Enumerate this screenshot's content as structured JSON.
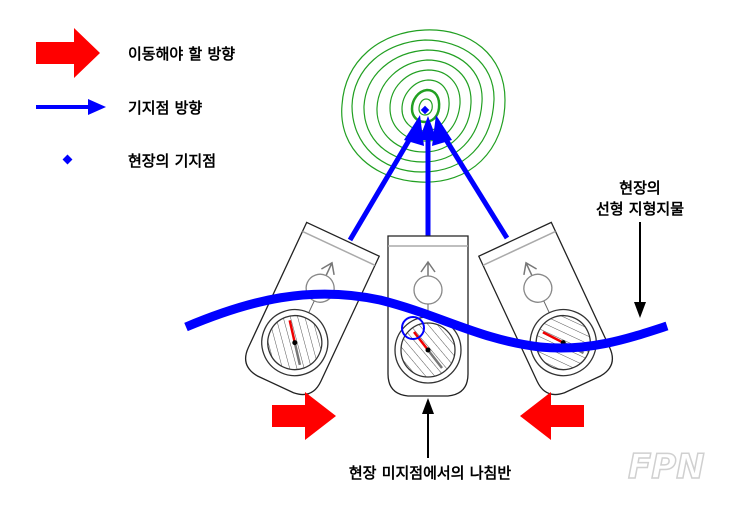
{
  "legend": {
    "move_direction": "이동해야 할 방향",
    "known_point_direction": "기지점 방향",
    "known_point": "현장의 기지점"
  },
  "labels": {
    "linear_feature_line1": "현장의",
    "linear_feature_line2": "선형 지형지물",
    "compass_caption": "현장 미지점에서의 나침반"
  },
  "watermark": "FPN",
  "colors": {
    "move_arrow": "#ff0000",
    "bearing": "#0000ff",
    "contour": "#22a022"
  }
}
